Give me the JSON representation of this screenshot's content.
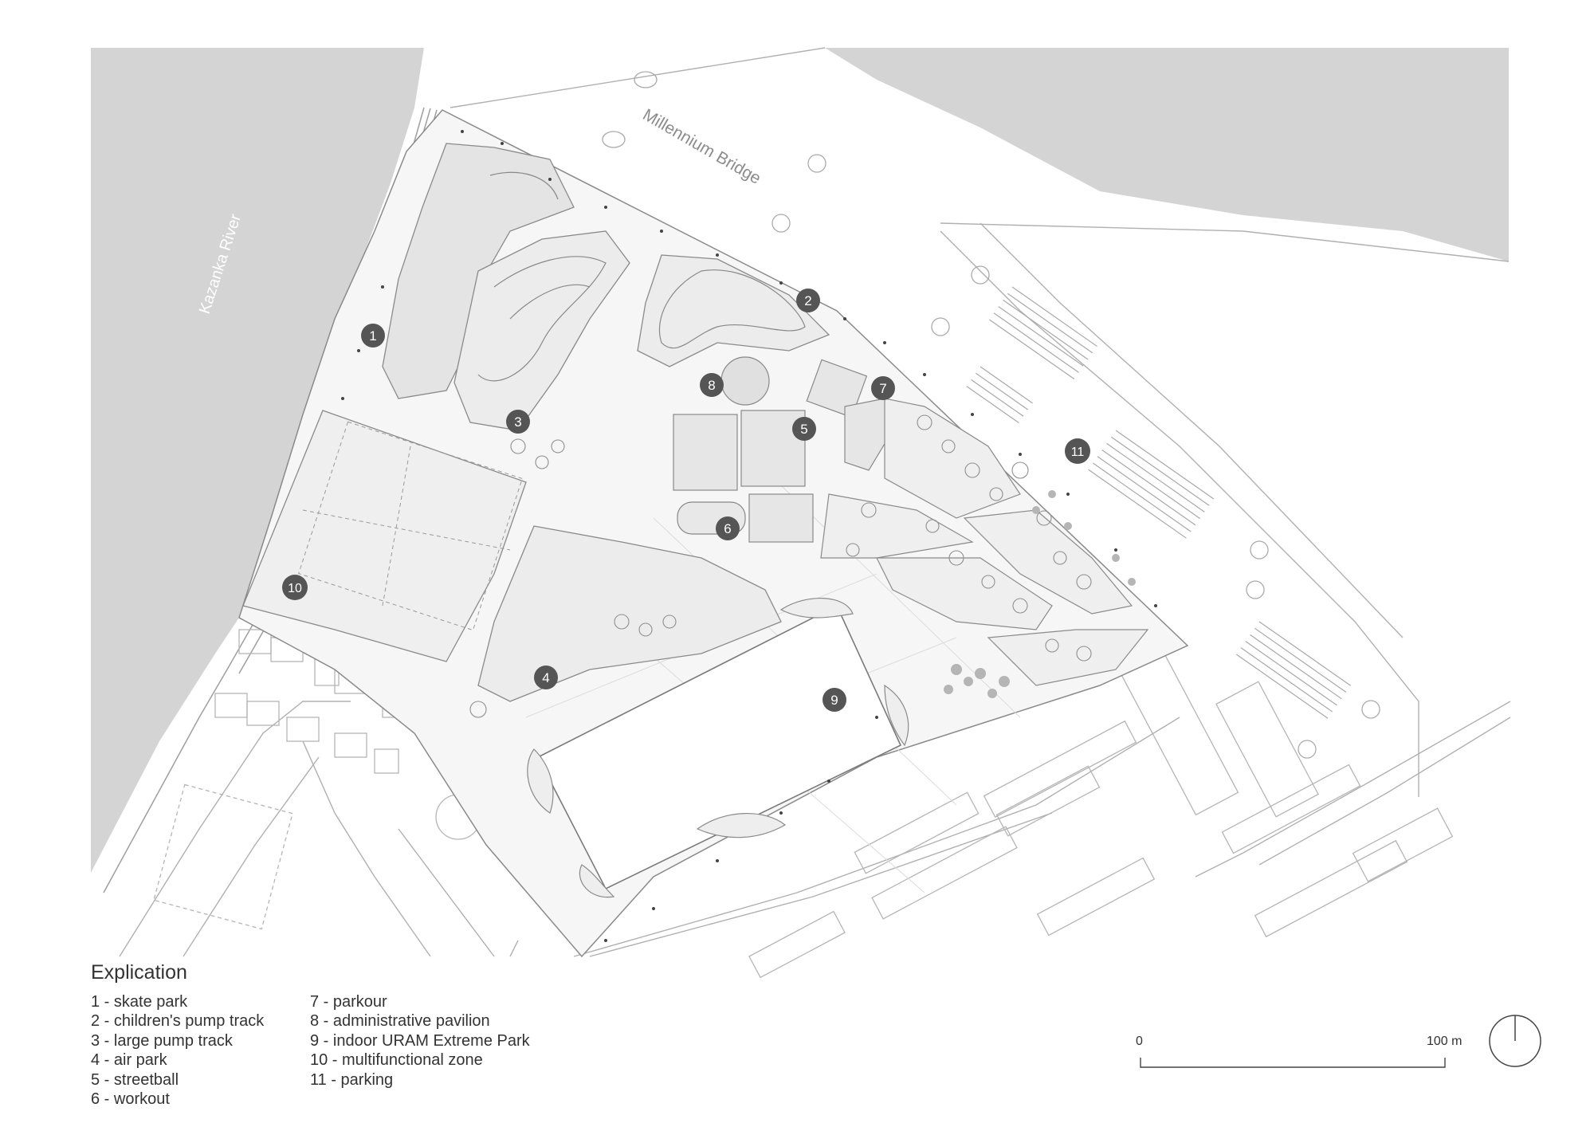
{
  "labels": {
    "river": "Kazanka River",
    "bridge": "Millennium Bridge"
  },
  "markers": [
    "1",
    "2",
    "3",
    "4",
    "5",
    "6",
    "7",
    "8",
    "9",
    "10",
    "11"
  ],
  "legend": {
    "title": "Explication",
    "col1": [
      "1 - skate park",
      "2 - children's pump track",
      "3 - large pump track",
      "4 - air park",
      "5 - streetball",
      "6 - workout"
    ],
    "col2": [
      "7 - parkour",
      "8 - administrative pavilion",
      "9 - indoor URAM Extreme Park",
      "10 - multifunctional zone",
      "11 - parking"
    ]
  },
  "scale": {
    "start": "0",
    "end": "100 m"
  },
  "colors": {
    "water": "#d4d4d4",
    "line": "#9a9a9a",
    "park": "#f0f0f0",
    "marker": "#555555"
  }
}
